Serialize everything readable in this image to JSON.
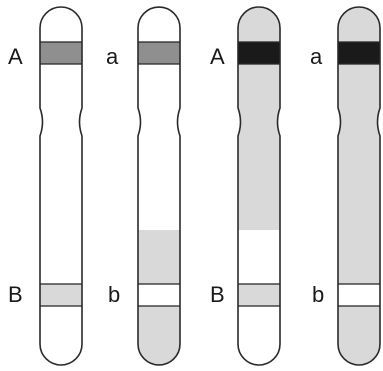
{
  "colors": {
    "background": "#ffffff",
    "outline": "#2a2a2a",
    "shade_light": "#d9d9d9",
    "band_dark": "#1a1a1a",
    "band_medium": "#8f8f8f",
    "white": "#ffffff"
  },
  "chromosomes": [
    {
      "id": "chr1",
      "label_top": "A",
      "label_bottom": "B",
      "top_band_color": "#8f8f8f",
      "bottom_band_color": "#d9d9d9",
      "body_shading": "none",
      "lower_shading": "none"
    },
    {
      "id": "chr2",
      "label_top": "a",
      "label_bottom": "b",
      "top_band_color": "#8f8f8f",
      "bottom_band_color": "#ffffff",
      "body_shading": "none",
      "lower_shading": "light"
    },
    {
      "id": "chr3",
      "label_top": "A",
      "label_bottom": "B",
      "top_band_color": "#1a1a1a",
      "bottom_band_color": "#d9d9d9",
      "body_shading": "light",
      "lower_shading": "none"
    },
    {
      "id": "chr4",
      "label_top": "a",
      "label_bottom": "b",
      "top_band_color": "#1a1a1a",
      "bottom_band_color": "#ffffff",
      "body_shading": "light",
      "lower_shading": "light"
    }
  ]
}
